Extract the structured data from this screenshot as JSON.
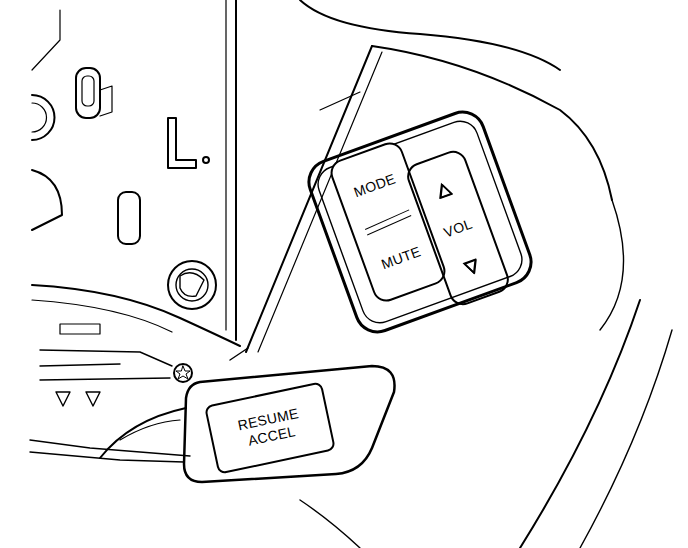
{
  "diagram": {
    "nodes": [
      {
        "text": [
          "MODE",
          "MUTE"
        ]
      },
      {
        "text": [
          "VOL"
        ]
      },
      {
        "text": [
          "RESUME ACCEL"
        ]
      }
    ]
  }
}
